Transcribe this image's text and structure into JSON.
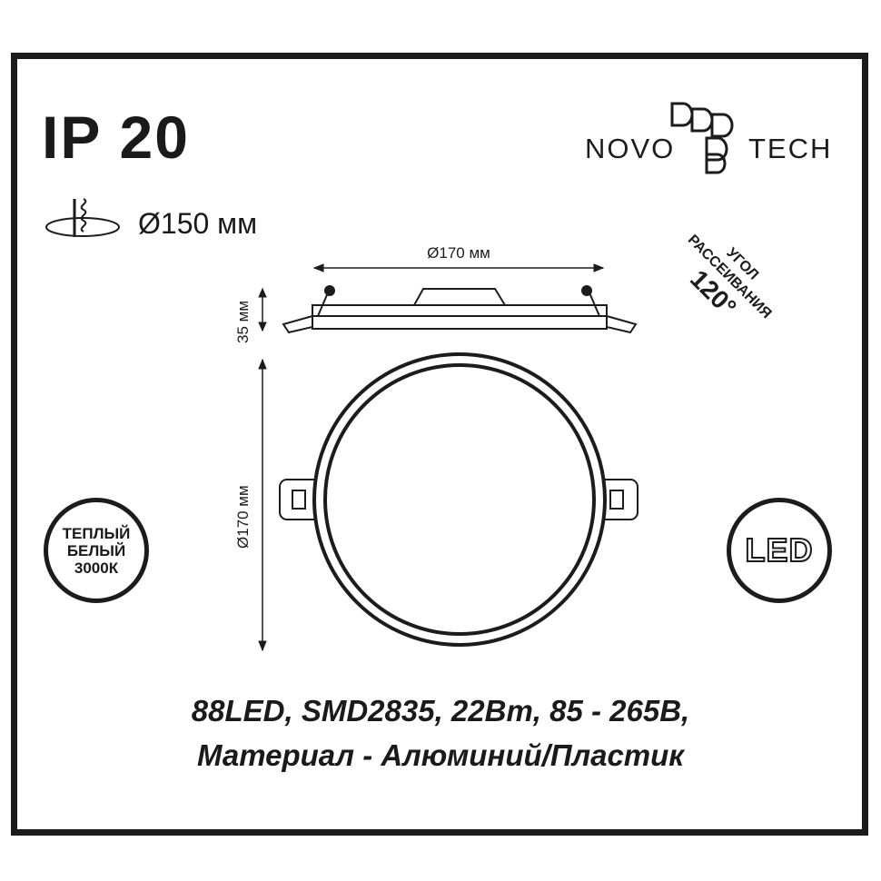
{
  "ip_rating": "IP 20",
  "cutout_diameter": "Ø150 мм",
  "width_dimension": "Ø170 мм",
  "height_dimension": "35 мм",
  "front_diameter_dimension": "Ø170 мм",
  "beam_angle": {
    "line1": "УГОЛ",
    "line2": "РАССЕИВАНИЯ",
    "value": "120°"
  },
  "color_temp_badge": {
    "line1": "ТЕПЛЫЙ",
    "line2": "БЕЛЫЙ",
    "line3": "3000К"
  },
  "led_badge": "LED",
  "logo": {
    "left": "NOVO",
    "right": "TECH"
  },
  "specs": {
    "line1": "88LED, SMD2835, 22Bm, 85 - 265B,",
    "line2": "Материал - Алюминий/Пластик"
  },
  "colors": {
    "ink": "#1c1c1c",
    "background": "#ffffff"
  }
}
